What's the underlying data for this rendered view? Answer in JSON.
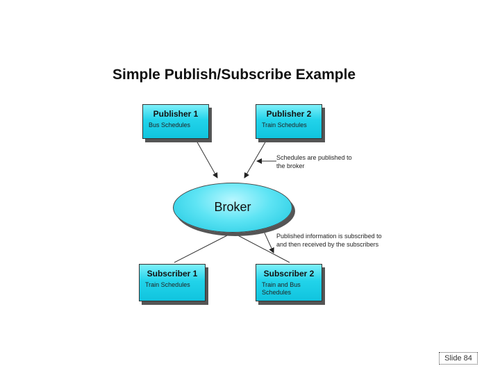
{
  "title": "Simple Publish/Subscribe Example",
  "publishers": [
    {
      "name": "Publisher 1",
      "desc": "Bus Schedules"
    },
    {
      "name": "Publisher 2",
      "desc": "Train Schedules"
    }
  ],
  "broker": {
    "label": "Broker"
  },
  "subscribers": [
    {
      "name": "Subscriber 1",
      "desc": "Train Schedules"
    },
    {
      "name": "Subscriber 2",
      "desc": "Train and Bus Schedules"
    }
  ],
  "notes": {
    "publish": "Schedules are published to the broker",
    "subscribe": "Published information is subscribed to and then received by the subscribers"
  },
  "slide_number": "Slide 84"
}
